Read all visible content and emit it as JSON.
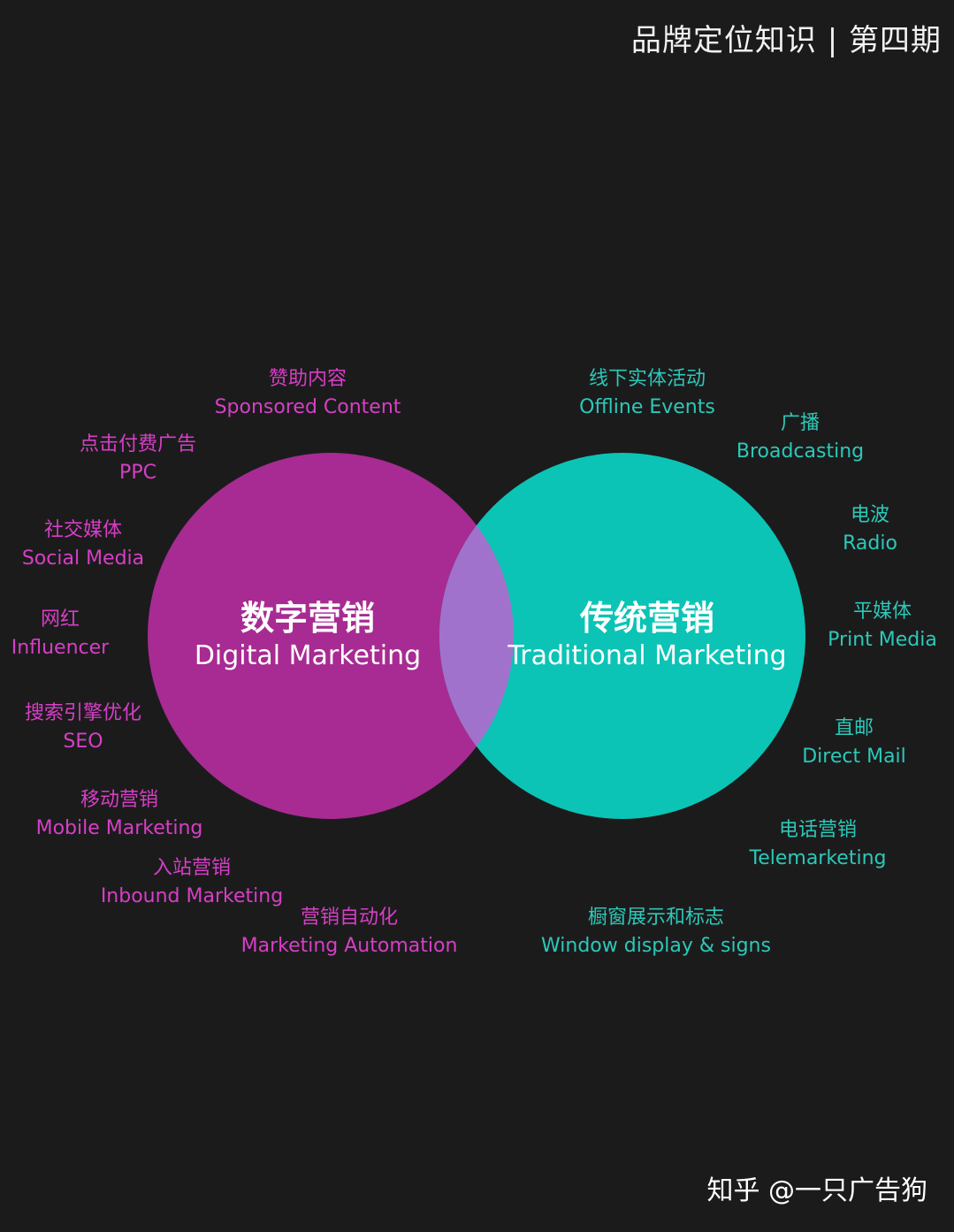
{
  "header": {
    "title": "品牌定位知识 | 第四期"
  },
  "colors": {
    "digital": "#a72b92",
    "traditional": "#0bc4b5",
    "overlap": "#a172cb",
    "background": "#1c1b1c"
  },
  "circles": {
    "digital": {
      "cn": "数字营销",
      "en": "Digital Marketing"
    },
    "traditional": {
      "cn": "传统营销",
      "en": "Traditional Marketing"
    }
  },
  "digital_items": [
    {
      "cn": "赞助内容",
      "en": "Sponsored Content"
    },
    {
      "cn": "点击付费广告",
      "en": "PPC"
    },
    {
      "cn": "社交媒体",
      "en": "Social Media"
    },
    {
      "cn": "网红",
      "en": "Influencer"
    },
    {
      "cn": "搜索引擎优化",
      "en": "SEO"
    },
    {
      "cn": "移动营销",
      "en": "Mobile Marketing"
    },
    {
      "cn": "入站营销",
      "en": "Inbound Marketing"
    },
    {
      "cn": "营销自动化",
      "en": "Marketing Automation"
    }
  ],
  "traditional_items": [
    {
      "cn": "线下实体活动",
      "en": "Offline Events"
    },
    {
      "cn": "广播",
      "en": "Broadcasting"
    },
    {
      "cn": "电波",
      "en": "Radio"
    },
    {
      "cn": "平媒体",
      "en": "Print Media"
    },
    {
      "cn": "直邮",
      "en": "Direct Mail"
    },
    {
      "cn": "电话营销",
      "en": "Telemarketing"
    },
    {
      "cn": "橱窗展示和标志",
      "en": "Window display & signs"
    }
  ],
  "watermark": "知乎 @一只广告狗"
}
